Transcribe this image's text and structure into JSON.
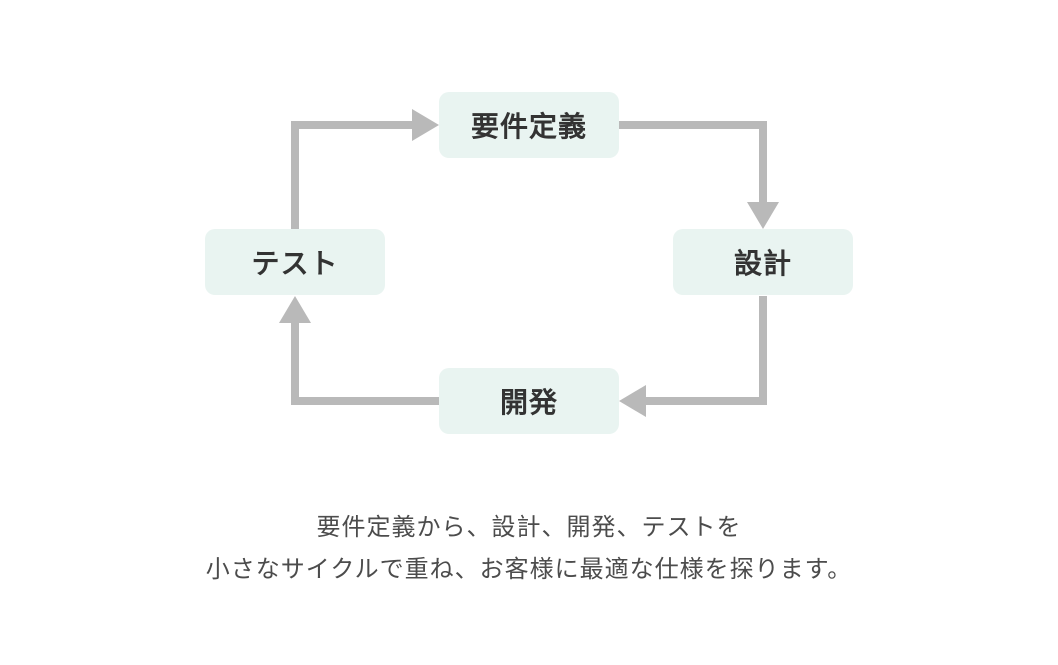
{
  "colors": {
    "page_background": "#ffffff",
    "node_fill": "#e9f4f1",
    "node_text": "#333333",
    "arrow": "#b9b9b9",
    "caption_text": "#4c4c4c"
  },
  "diagram": {
    "type": "cycle",
    "nodes": [
      {
        "id": "requirements",
        "label": "要件定義"
      },
      {
        "id": "design",
        "label": "設計"
      },
      {
        "id": "development",
        "label": "開発"
      },
      {
        "id": "test",
        "label": "テスト"
      }
    ],
    "arrows": [
      {
        "from": "test",
        "to": "requirements",
        "head_direction": "right"
      },
      {
        "from": "requirements",
        "to": "design",
        "head_direction": "down"
      },
      {
        "from": "design",
        "to": "development",
        "head_direction": "left"
      },
      {
        "from": "development",
        "to": "test",
        "head_direction": "up"
      }
    ]
  },
  "caption": {
    "line1": "要件定義から、設計、開発、テストを",
    "line2": "小さなサイクルで重ね、お客様に最適な仕様を探ります。"
  }
}
